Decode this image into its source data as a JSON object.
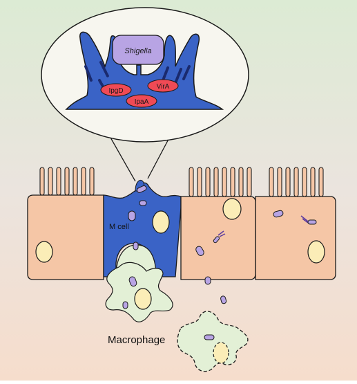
{
  "colors": {
    "bg_top": "#dcebd4",
    "bg_bottom": "#f6ddcc",
    "m_cell": "#3a63c6",
    "enterocyte": "#f5c6a6",
    "nucleus": "#fbedb7",
    "bacteria": "#b8a4e4",
    "effector": "#f04a55",
    "macrophage": "#e3f0d6",
    "outline": "#1a1a1a"
  },
  "labels": {
    "bacterium": "Shigella",
    "effector_1": "IpgD",
    "effector_2": "VirA",
    "effector_3": "IpaA",
    "m_cell": "M cell",
    "macrophage": "Macrophage"
  },
  "icons": [
    "bacterium-icon",
    "nucleus-icon",
    "actin-filament-icon",
    "macrophage-icon"
  ]
}
